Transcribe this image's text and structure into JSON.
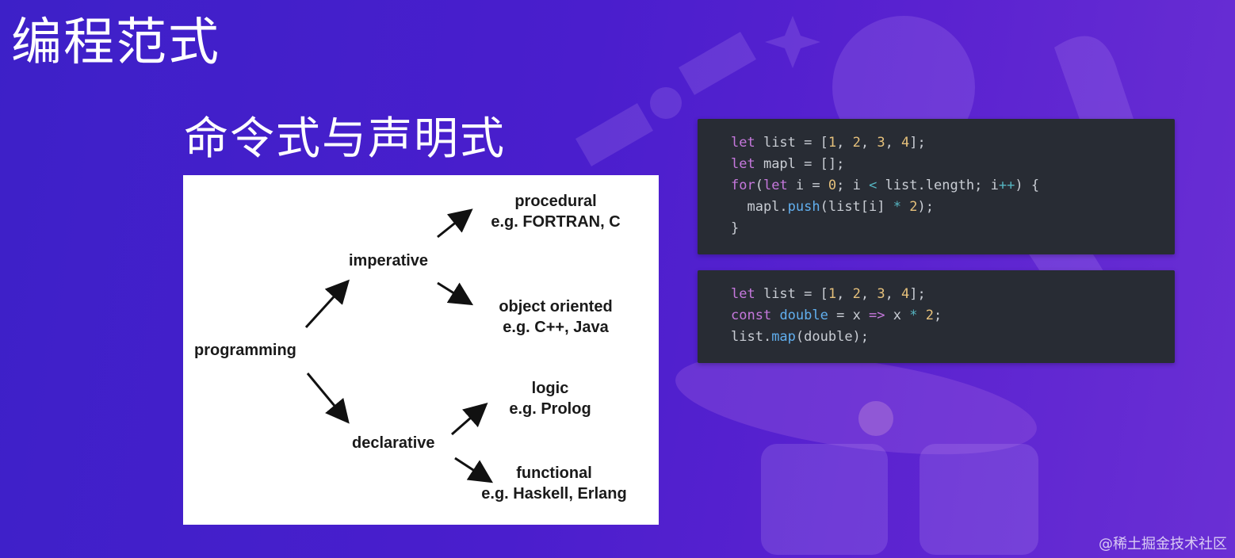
{
  "slide": {
    "title": "编程范式",
    "subtitle": "命令式与声明式",
    "watermark": "@稀土掘金技术社区"
  },
  "diagram": {
    "root": "programming",
    "imperative": "imperative",
    "declarative": "declarative",
    "procedural": "procedural",
    "procedural_eg": "e.g. FORTRAN, C",
    "oo": "object oriented",
    "oo_eg": "e.g. C++, Java",
    "logic": "logic",
    "logic_eg": "e.g. Prolog",
    "functional": "functional",
    "functional_eg": "e.g. Haskell, Erlang"
  },
  "code_imperative": {
    "lines": [
      "let list = [1, 2, 3, 4];",
      "let mapl = [];",
      "for(let i = 0; i < list.length; i++) {",
      "  mapl.push(list[i] * 2);",
      "}"
    ]
  },
  "code_declarative": {
    "lines": [
      "let list = [1, 2, 3, 4];",
      "const double = x => x * 2;",
      "list.map(double);"
    ]
  },
  "colors": {
    "background": "#4a1ecd",
    "code_bg": "#282c34",
    "keyword": "#c678dd",
    "number": "#e5c07b",
    "function": "#61afef"
  }
}
